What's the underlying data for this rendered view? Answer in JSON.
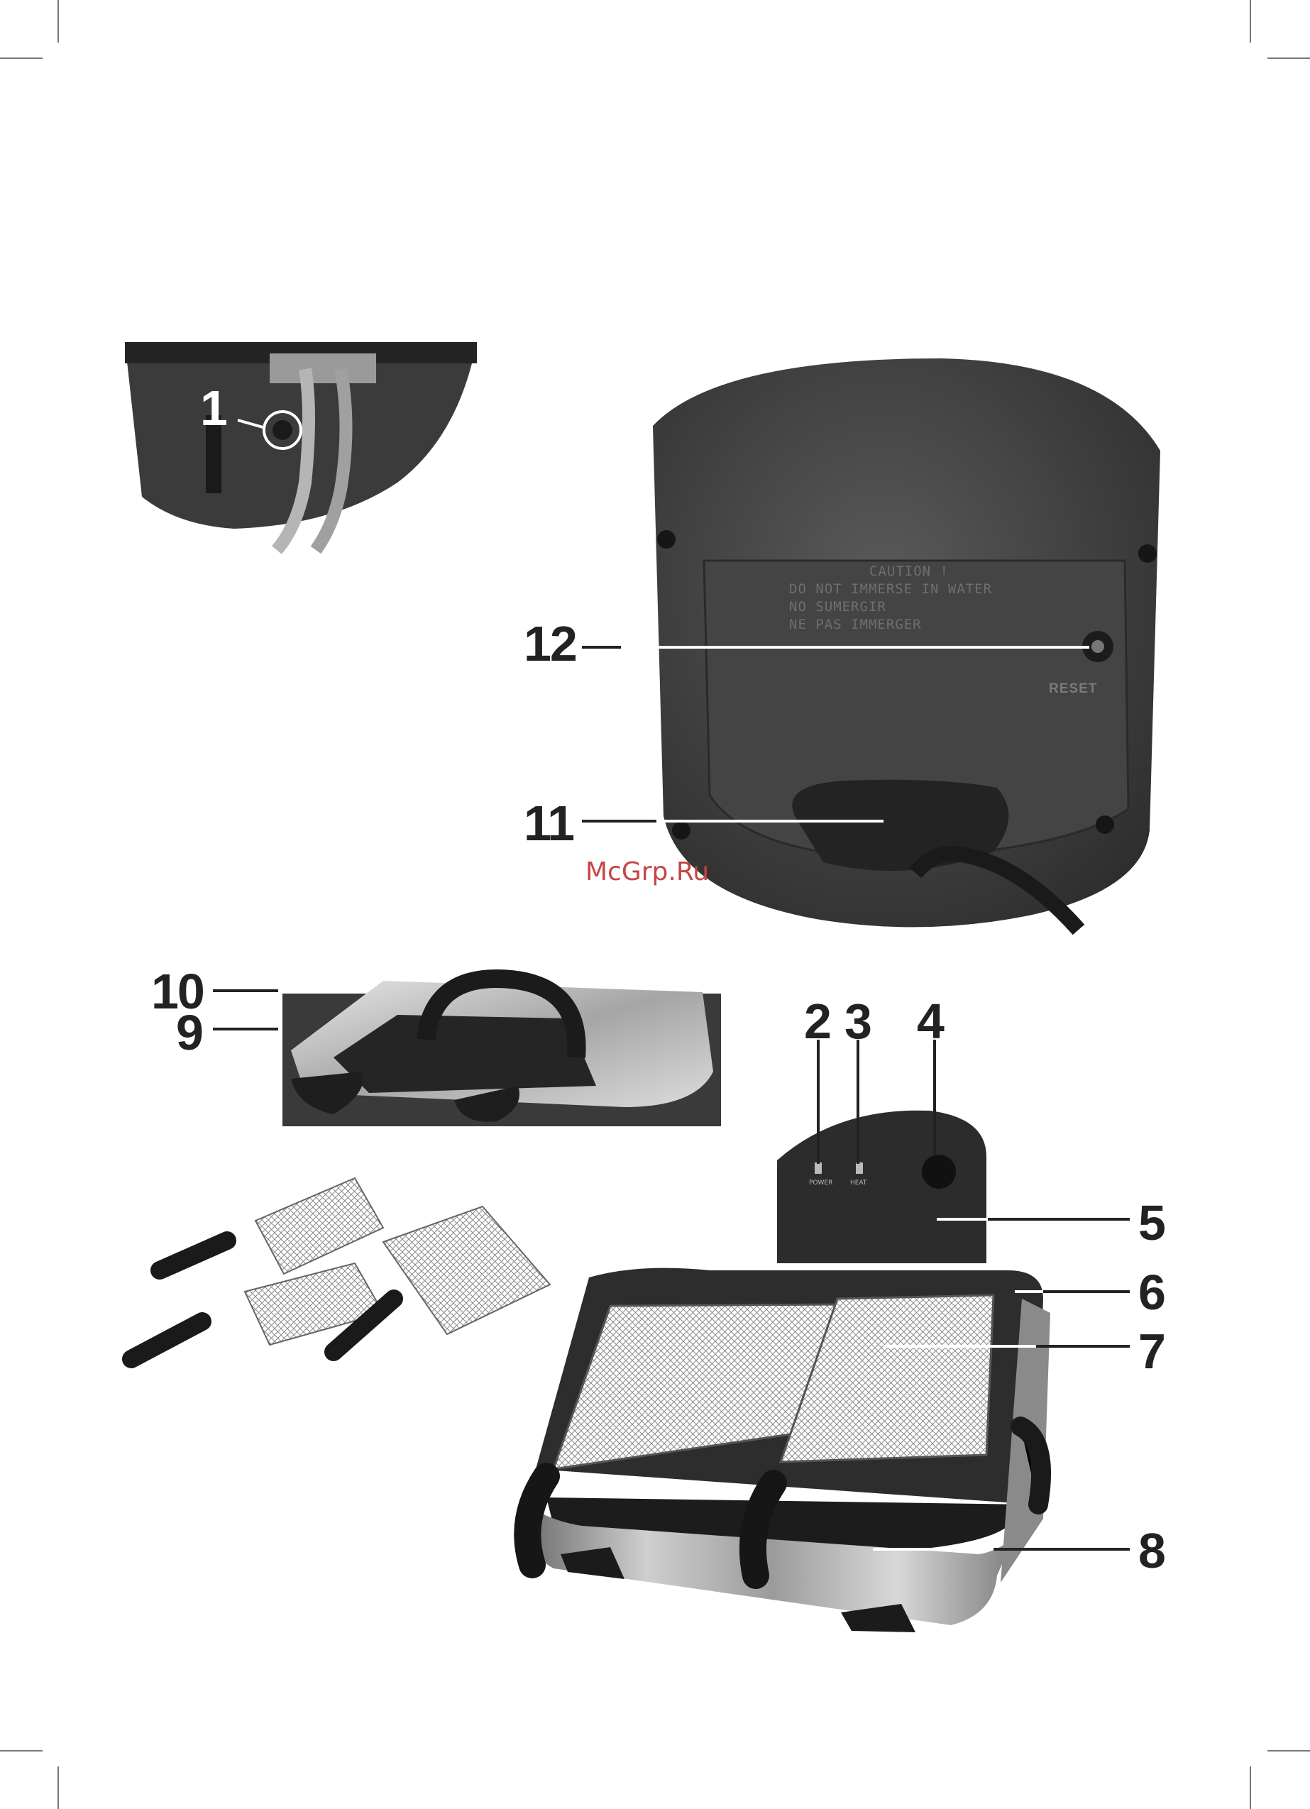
{
  "labels": {
    "l1": "1",
    "l2": "2",
    "l3": "3",
    "l4": "4",
    "l5": "5",
    "l6": "6",
    "l7": "7",
    "l8": "8",
    "l9": "9",
    "l10": "10",
    "l11": "11",
    "l12": "12"
  },
  "watermark": "McGrp.Ru",
  "rear_panel": {
    "caution_lines": [
      "CAUTION !",
      "DO NOT IMMERSE IN WATER",
      "NO SUMERGIR",
      "NE PAS IMMERGER"
    ],
    "reset_label": "RESET"
  },
  "control_panel": {
    "power_label": "POWER",
    "heat_label": "HEAT"
  }
}
